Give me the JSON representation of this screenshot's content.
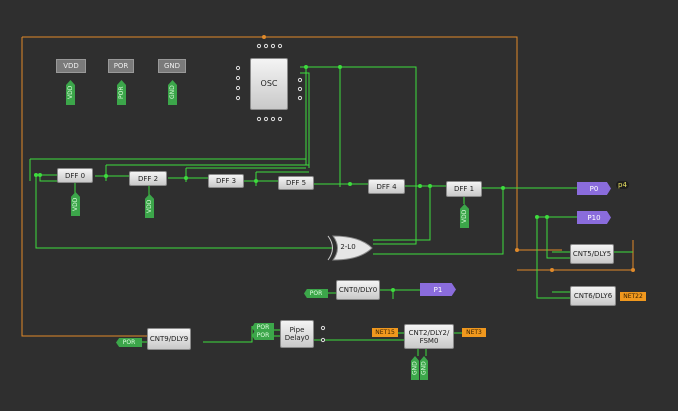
{
  "supplies": {
    "vdd": "VDD",
    "por": "POR",
    "gnd": "GND"
  },
  "osc": "OSC",
  "dff": {
    "d0": "DFF 0",
    "d1": "DFF 1",
    "d2": "DFF 2",
    "d3": "DFF 3",
    "d4": "DFF 4",
    "d5": "DFF 5"
  },
  "xor": "2-L0",
  "cnt0": "CNT0/DLY0",
  "cnt5": "CNT5/DLY5",
  "cnt6": "CNT6/DLY6",
  "cnt9": "CNT9/DLY9",
  "pipe": {
    "line1": "Pipe",
    "line2": "Delay0"
  },
  "cnt2": {
    "line1": "CNT2/DLY2/",
    "line2": "FSM0"
  },
  "tags": {
    "vdd": "VDD",
    "por": "POR",
    "gnd": "GND",
    "p0": "P0",
    "p1": "P1",
    "p10": "P10",
    "net22": "NET22",
    "net15": "NET15",
    "net3": "NET3",
    "p4": "p4"
  },
  "colors": {
    "wire": "#3ddc3d",
    "wire_orange": "#e08a2a",
    "background": "#2f2f2f",
    "pin_tag": "#8a6cdc",
    "net_tag": "#f0981e",
    "supply_tag": "#3ca64a"
  }
}
